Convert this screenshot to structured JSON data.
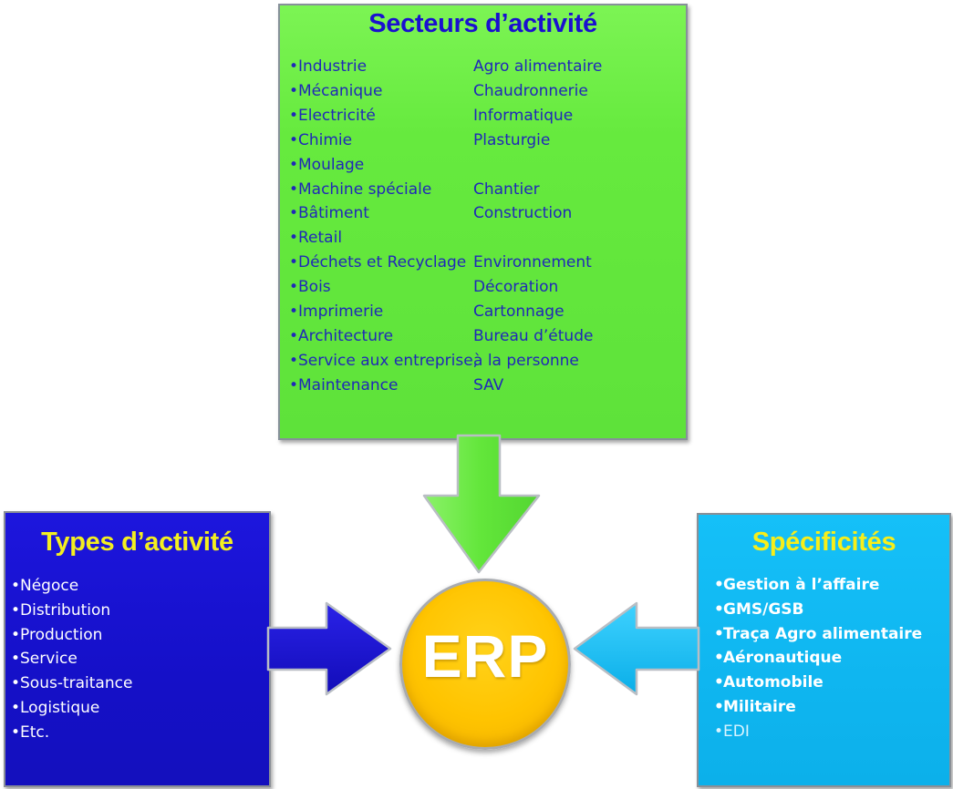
{
  "colors": {
    "sectors_bg": "#66ea3e",
    "sectors_title": "#1a0fd0",
    "sectors_text": "#2028b8",
    "types_bg": "#1510c8",
    "types_title": "#f4ef20",
    "spec_bg": "#0fb6f0",
    "spec_title": "#f7ee1a",
    "erp_circle": "#ffc400",
    "erp_text": "#ffffff"
  },
  "bullet": "•",
  "sectors": {
    "title": "Secteurs d’activité",
    "rows": [
      {
        "left": "Industrie",
        "right": "Agro alimentaire"
      },
      {
        "left": "Mécanique",
        "right": "Chaudronnerie"
      },
      {
        "left": "Electricité",
        "right": "Informatique"
      },
      {
        "left": "Chimie",
        "right": "Plasturgie"
      },
      {
        "left": "Moulage",
        "right": ""
      },
      {
        "left": "Machine spéciale",
        "right": "Chantier"
      },
      {
        "left": "Bâtiment",
        "right": "Construction"
      },
      {
        "left": "Retail",
        "right": ""
      },
      {
        "left": "Déchets et Recyclage",
        "right": "Environnement"
      },
      {
        "left": "Bois",
        "right": "Décoration"
      },
      {
        "left": "Imprimerie",
        "right": "Cartonnage"
      },
      {
        "left": "Architecture",
        "right": "Bureau d’étude"
      },
      {
        "left": "Service aux entreprise,",
        "right": "à la personne"
      },
      {
        "left": "Maintenance",
        "right": "SAV"
      }
    ]
  },
  "types": {
    "title": "Types d’activité",
    "items": [
      "Négoce",
      "Distribution",
      "Production",
      "Service",
      "Sous-traitance",
      "Logistique",
      "Etc."
    ]
  },
  "specificities": {
    "title": "Spécificités",
    "items": [
      "Gestion à l’affaire",
      "GMS/GSB",
      "Traça Agro alimentaire",
      "Aéronautique",
      "Automobile",
      "Militaire",
      "EDI"
    ]
  },
  "center": {
    "label": "ERP"
  }
}
